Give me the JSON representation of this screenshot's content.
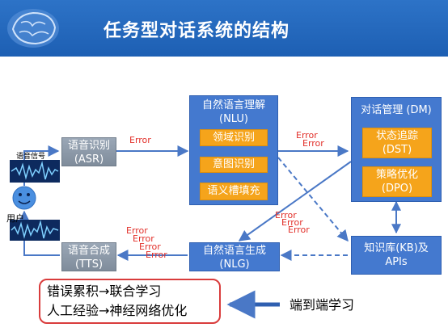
{
  "header": {
    "title": "任务型对话系统的结构"
  },
  "inputs": {
    "speech_signal_label": "语音信号",
    "user_label": "用户"
  },
  "modules": {
    "asr": {
      "line1": "语音识别",
      "line2": "(ASR)"
    },
    "tts": {
      "line1": "语音合成",
      "line2": "(TTS)"
    },
    "nlu": {
      "line1": "自然语言理解",
      "line2": "(NLU)",
      "steps": [
        "领域识别",
        "意图识别",
        "语义槽填充"
      ]
    },
    "dm": {
      "title": "对话管理 (DM)",
      "dst": {
        "line1": "状态追踪",
        "line2": "(DST)"
      },
      "dpo": {
        "line1": "策略优化",
        "line2": "(DPO)"
      }
    },
    "nlg": {
      "line1": "自然语言生成",
      "line2": "(NLG)"
    },
    "kb": {
      "line1": "知识库(KB)及",
      "line2": "APIs"
    }
  },
  "errors": {
    "label": "Error"
  },
  "callout": {
    "line1": "错误累积→联合学习",
    "line2": "人工经验→神经网络优化"
  },
  "end_to_end": {
    "label": "端到端学习"
  },
  "colors": {
    "header_blue": "#1f63b8",
    "module_blue": "#4479cf",
    "step_orange": "#f5a41b",
    "module_grey": "#8794a3",
    "error_red": "#e2302a",
    "callout_border": "#d93c3c"
  }
}
